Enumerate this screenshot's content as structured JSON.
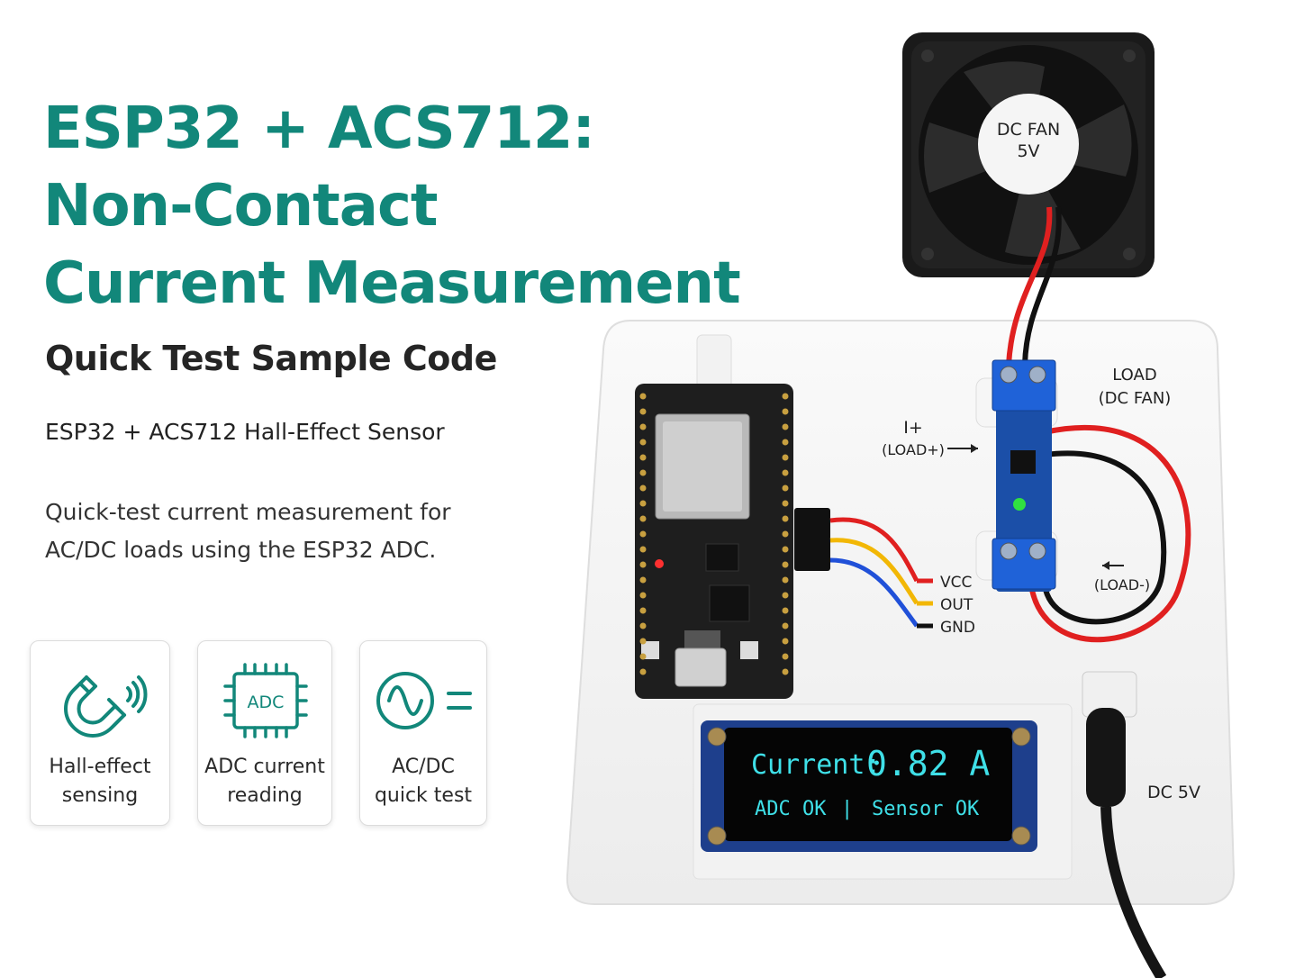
{
  "title": {
    "line1": "ESP32 + ACS712:",
    "line2": "Non-Contact",
    "line3": "Current Measurement"
  },
  "subtitle": "Quick Test Sample Code",
  "sensor_line": "ESP32 + ACS712 Hall-Effect Sensor",
  "description": {
    "line1": "Quick-test current measurement for",
    "line2": "AC/DC loads using the ESP32 ADC."
  },
  "features": [
    {
      "icon": "magnet-sensor-icon",
      "line1": "Hall-effect",
      "line2": "sensing"
    },
    {
      "icon": "adc-chip-icon",
      "chip_text": "ADC",
      "line1": "ADC current",
      "line2": "reading"
    },
    {
      "icon": "ac-dc-icon",
      "line1": "AC/DC",
      "line2": "quick test"
    }
  ],
  "fan": {
    "label_line1": "DC FAN",
    "label_line2": "5V"
  },
  "labels": {
    "load_line1": "LOAD",
    "load_line2": "(DC FAN)",
    "i_plus": "I+",
    "load_plus": "(LOAD+)",
    "load_minus": "(LOAD-)",
    "vcc": "VCC",
    "out": "OUT",
    "gnd": "GND",
    "dc_5v": "DC 5V"
  },
  "oled": {
    "current_label": "Current:",
    "current_value": "0.82 A",
    "status_adc": "ADC OK",
    "separator": "|",
    "status_sensor": "Sensor OK"
  },
  "colors": {
    "accent": "#12877a",
    "oled_text": "#3fe0e8",
    "wire_red": "#e02020",
    "wire_yellow": "#f2b705",
    "wire_blue": "#2050d8"
  }
}
